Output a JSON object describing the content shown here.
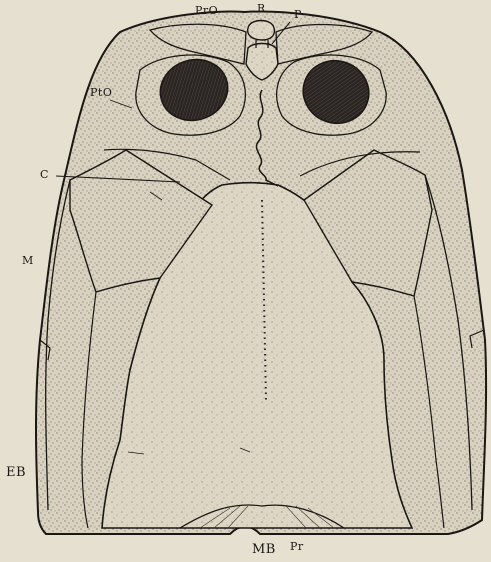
{
  "figure": {
    "labels": {
      "r": "R",
      "pro": "PrO",
      "p": "P",
      "pto": "PtO",
      "c": "C",
      "m": "M",
      "eb": "EB",
      "mb": "MB",
      "pr": "Pr"
    },
    "colors": {
      "background": "#e6e0d0",
      "bone_fill": "#d9d2c0",
      "ink": "#1a1714",
      "orbit": "#2a2522"
    }
  }
}
